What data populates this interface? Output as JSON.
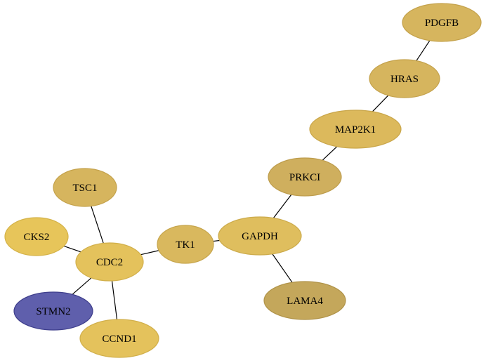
{
  "graph": {
    "nodes": [
      {
        "id": "PDGFB",
        "label": "PDGFB",
        "fill": "#d6b55e",
        "stroke": "#c4a24c"
      },
      {
        "id": "HRAS",
        "label": "HRAS",
        "fill": "#d6b55e",
        "stroke": "#c4a24c"
      },
      {
        "id": "MAP2K1",
        "label": "MAP2K1",
        "fill": "#dcb95c",
        "stroke": "#c9a64a"
      },
      {
        "id": "PRKCI",
        "label": "PRKCI",
        "fill": "#cfaf5e",
        "stroke": "#bd9c4c"
      },
      {
        "id": "TSC1",
        "label": "TSC1",
        "fill": "#d6b55e",
        "stroke": "#c4a24c"
      },
      {
        "id": "CKS2",
        "label": "CKS2",
        "fill": "#e7c55a",
        "stroke": "#d4b248"
      },
      {
        "id": "CDC2",
        "label": "CDC2",
        "fill": "#e4c25c",
        "stroke": "#d1af4a"
      },
      {
        "id": "TK1",
        "label": "TK1",
        "fill": "#d9b85e",
        "stroke": "#c6a54c"
      },
      {
        "id": "GAPDH",
        "label": "GAPDH",
        "fill": "#dfbe5e",
        "stroke": "#ccab4c"
      },
      {
        "id": "STMN2",
        "label": "STMN2",
        "fill": "#5f5fac",
        "stroke": "#3f3f8c"
      },
      {
        "id": "LAMA4",
        "label": "LAMA4",
        "fill": "#c4a75b",
        "stroke": "#b09349"
      },
      {
        "id": "CCND1",
        "label": "CCND1",
        "fill": "#e4c25c",
        "stroke": "#d1af4a"
      }
    ],
    "edges": [
      [
        "PDGFB",
        "HRAS"
      ],
      [
        "HRAS",
        "MAP2K1"
      ],
      [
        "MAP2K1",
        "PRKCI"
      ],
      [
        "PRKCI",
        "GAPDH"
      ],
      [
        "GAPDH",
        "TK1"
      ],
      [
        "GAPDH",
        "LAMA4"
      ],
      [
        "TK1",
        "CDC2"
      ],
      [
        "TSC1",
        "CDC2"
      ],
      [
        "CKS2",
        "CDC2"
      ],
      [
        "CDC2",
        "STMN2"
      ],
      [
        "CDC2",
        "CCND1"
      ]
    ]
  }
}
